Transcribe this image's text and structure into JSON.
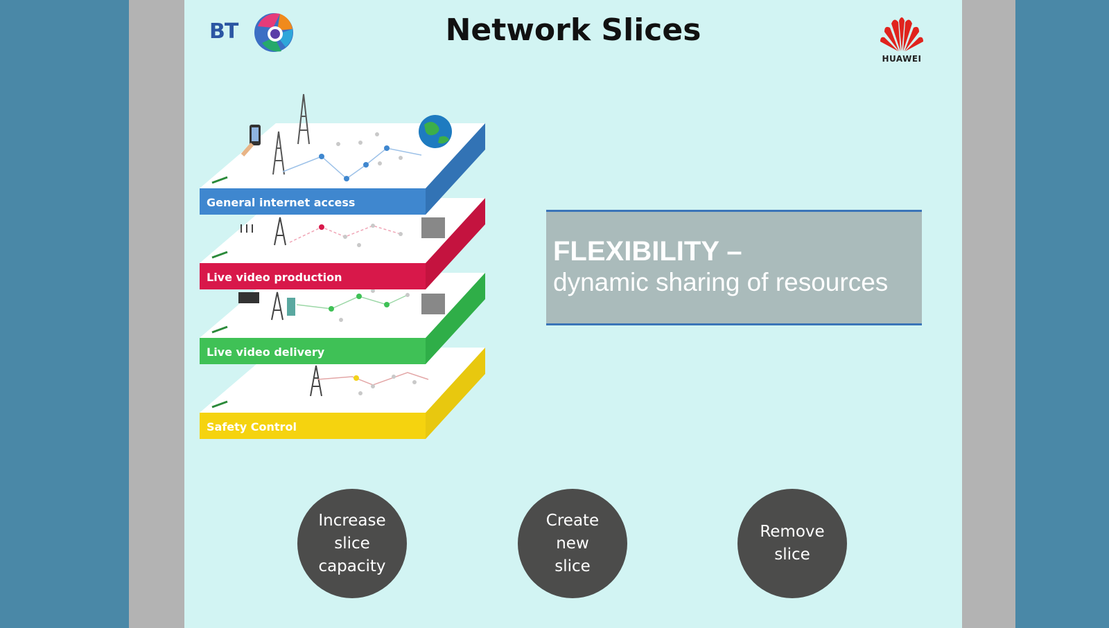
{
  "header": {
    "title": "Network Slices",
    "left_logo": "BT",
    "right_logo": "HUAWEI"
  },
  "slices": [
    {
      "label": "General internet access",
      "color": "#3f87cf"
    },
    {
      "label": "Live video production",
      "color": "#d8184a"
    },
    {
      "label": "Live video delivery",
      "color": "#3fc156"
    },
    {
      "label": "Safety Control",
      "color": "#f5d30f"
    }
  ],
  "callout": {
    "heading": "FLEXIBILITY –",
    "subheading": "dynamic sharing of resources"
  },
  "actions": [
    {
      "label": "Increase\nslice\ncapacity"
    },
    {
      "label": "Create\nnew\nslice"
    },
    {
      "label": "Remove\nslice"
    }
  ],
  "colors": {
    "background": "#4a88a7",
    "slide": "#d2f4f3",
    "callout_bg": "#aabbbb",
    "callout_border": "#3a74b8",
    "button_bg": "#4c4c4b"
  },
  "icons": [
    "bt-globe-icon",
    "huawei-petals-icon",
    "earth-globe-icon",
    "cell-tower-icon",
    "smartphone-icon"
  ]
}
